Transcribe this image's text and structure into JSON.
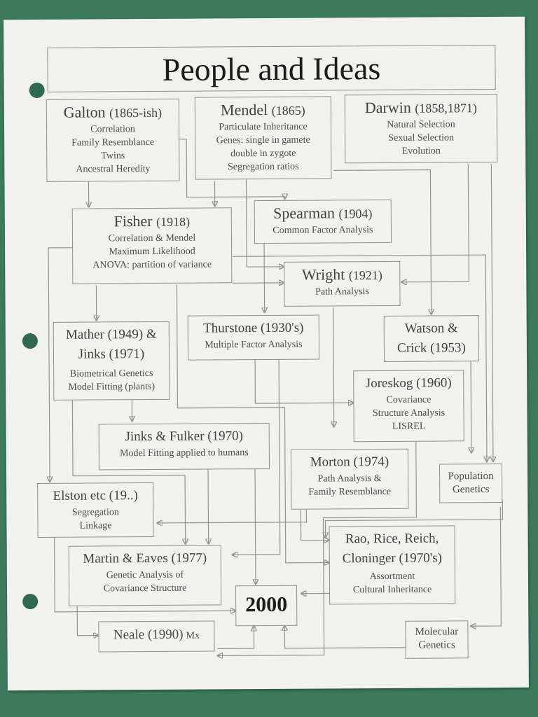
{
  "title": "People and Ideas",
  "nodes": {
    "galton": {
      "name": "Galton",
      "year": "(1865-ish)",
      "lines": [
        "Correlation",
        "Family Resemblance",
        "Twins",
        "Ancestral Heredity"
      ]
    },
    "mendel": {
      "name": "Mendel",
      "year": "(1865)",
      "lines": [
        "Particulate Inheritance",
        "Genes: single in gamete",
        "double in zygote",
        "Segregation ratios"
      ]
    },
    "darwin": {
      "name": "Darwin",
      "year": "(1858,1871)",
      "lines": [
        "Natural Selection",
        "Sexual Selection",
        "Evolution"
      ]
    },
    "fisher": {
      "name": "Fisher",
      "year": "(1918)",
      "lines": [
        "Correlation & Mendel",
        "Maximum Likelihood",
        "ANOVA: partition of variance"
      ]
    },
    "spearman": {
      "name": "Spearman",
      "year": "(1904)",
      "lines": [
        "Common Factor Analysis"
      ]
    },
    "wright": {
      "name": "Wright",
      "year": "(1921)",
      "lines": [
        "Path Analysis"
      ]
    },
    "mather": {
      "name": "Mather (1949) &",
      "name2": "Jinks (1971)",
      "lines": [
        "Biometrical Genetics",
        "Model Fitting (plants)"
      ]
    },
    "thurstone": {
      "name": "Thurstone (1930's)",
      "lines": [
        "Multiple Factor Analysis"
      ]
    },
    "watson": {
      "name": "Watson &",
      "name2": "Crick (1953)"
    },
    "joreskog": {
      "name": "Joreskog (1960)",
      "lines": [
        "Covariance",
        "Structure Analysis",
        "LISREL"
      ]
    },
    "jinksfulker": {
      "name": "Jinks & Fulker (1970)",
      "lines": [
        "Model Fitting applied to humans"
      ]
    },
    "morton": {
      "name": "Morton (1974)",
      "lines": [
        "Path Analysis &",
        "Family Resemblance"
      ]
    },
    "popgen": {
      "lines": [
        "Population",
        "Genetics"
      ]
    },
    "elston": {
      "name": "Elston etc (19..)",
      "lines": [
        "Segregation",
        "Linkage"
      ]
    },
    "rao": {
      "name": "Rao, Rice, Reich,",
      "name2": "Cloninger (1970's)",
      "lines": [
        "Assortment",
        "Cultural Inheritance"
      ]
    },
    "martin": {
      "name": "Martin & Eaves (1977)",
      "lines": [
        "Genetic Analysis of",
        "Covariance Structure"
      ]
    },
    "y2000": {
      "name": "2000"
    },
    "neale": {
      "name": "Neale (1990)",
      "tail": "Mx"
    },
    "molgen": {
      "lines": [
        "Molecular",
        "Genetics"
      ]
    }
  }
}
